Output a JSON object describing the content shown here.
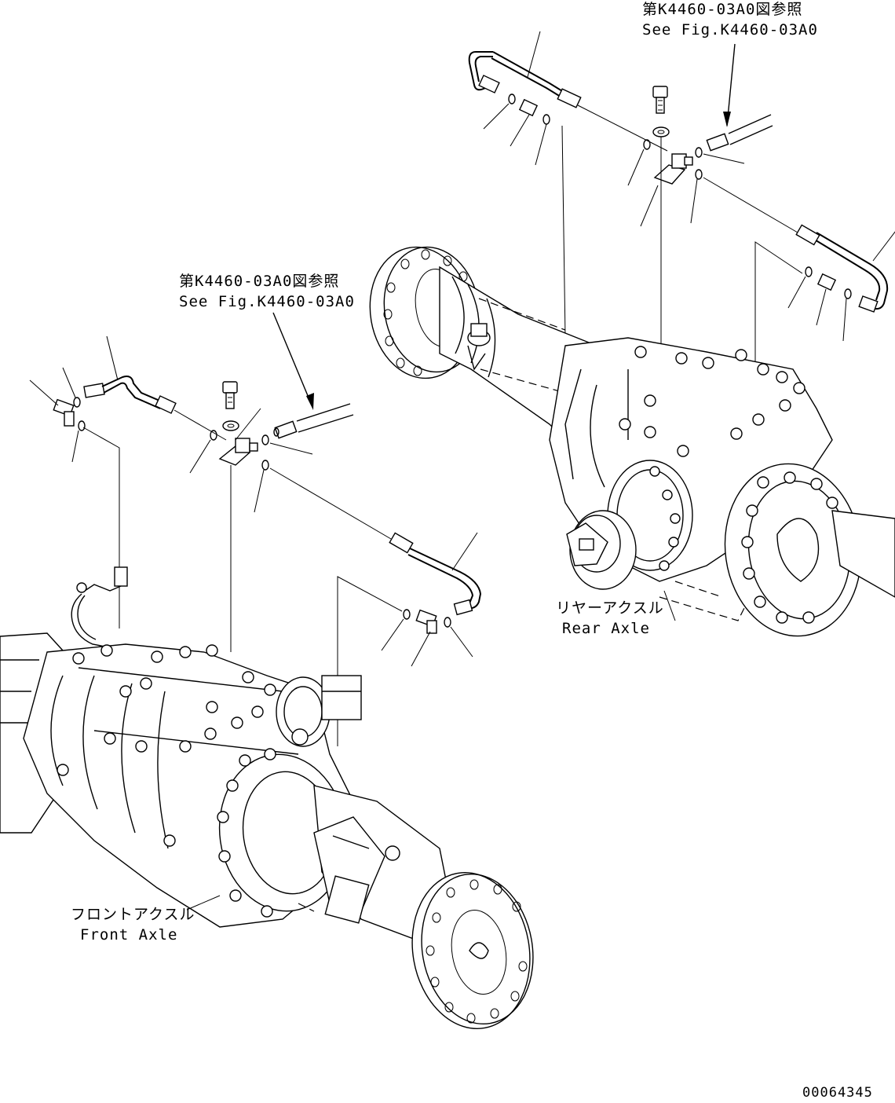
{
  "references": {
    "top": {
      "jp": "第K4460-03A0図参照",
      "en": "See Fig.K4460-03A0"
    },
    "middle": {
      "jp": "第K4460-03A0図参照",
      "en": "See Fig.K4460-03A0"
    }
  },
  "labels": {
    "rear_axle": {
      "jp": "リヤーアクスル",
      "en": "Rear Axle"
    },
    "front_axle": {
      "jp": "フロントアクスル",
      "en": "Front Axle"
    }
  },
  "drawing_number": "00064345"
}
